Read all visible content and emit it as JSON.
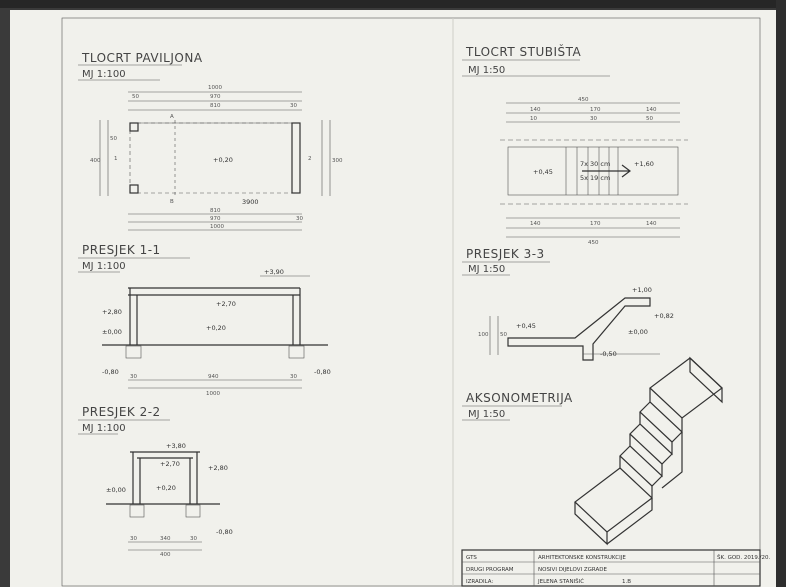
{
  "tlocrt_paviljona": {
    "title": "TLOCRT PAVILJONA",
    "scale": "MJ 1:100",
    "dims_top": [
      "1000",
      "970",
      "810",
      "50",
      "30"
    ],
    "dims_bottom": [
      "810",
      "970",
      "1000",
      "30"
    ],
    "dims_side": [
      "400",
      "300",
      "50"
    ],
    "level": "+0,20",
    "grid_labels": [
      "A",
      "B",
      "1",
      "2"
    ],
    "dim_3900": "3900"
  },
  "presjek_1_1": {
    "title": "PRESJEK 1-1",
    "scale": "MJ 1:100",
    "levels": [
      "+3,90",
      "+2,80",
      "+2,70",
      "±0,00",
      "+0,20",
      "-0,80",
      "-0,80"
    ],
    "dims": [
      "940",
      "1000",
      "30",
      "30"
    ]
  },
  "presjek_2_2": {
    "title": "PRESJEK 2-2",
    "scale": "MJ 1:100",
    "levels": [
      "+3,80",
      "+2,70",
      "+2,80",
      "±0,00",
      "+0,20",
      "-0,80"
    ],
    "dims": [
      "30",
      "340",
      "30",
      "400"
    ]
  },
  "tlocrt_stubista": {
    "title": "TLOCRT STUBIŠTA",
    "scale": "MJ 1:50",
    "dims_top": [
      "450",
      "140",
      "170",
      "140",
      "10",
      "30",
      "50"
    ],
    "dims_bottom": [
      "140",
      "170",
      "140",
      "450"
    ],
    "stair_note_1": "7x 30 cm",
    "stair_note_2": "5x 19 cm",
    "levels": [
      "+0,45",
      "+1,60"
    ]
  },
  "presjek_3_3": {
    "title": "PRESJEK 3-3",
    "scale": "MJ 1:50",
    "levels": [
      "+1,00",
      "+0,45",
      "+0,82",
      "±0,00",
      "-0,50"
    ],
    "dims": [
      "100",
      "50"
    ]
  },
  "aksonometrija": {
    "title": "AKSONOMETRIJA",
    "scale": "MJ 1:50"
  },
  "title_block": {
    "rows": [
      [
        "GTS",
        "ARHITEKTONSKE KONSTRUKCIJE",
        "ŠK. GOD. 2019./20."
      ],
      [
        "DRUGI PROGRAM",
        "NOSIVI DIJELOVI ZGRADE",
        ""
      ],
      [
        "IZRADILA:",
        "JELENA STANIŠIĆ",
        "1.B"
      ]
    ]
  }
}
